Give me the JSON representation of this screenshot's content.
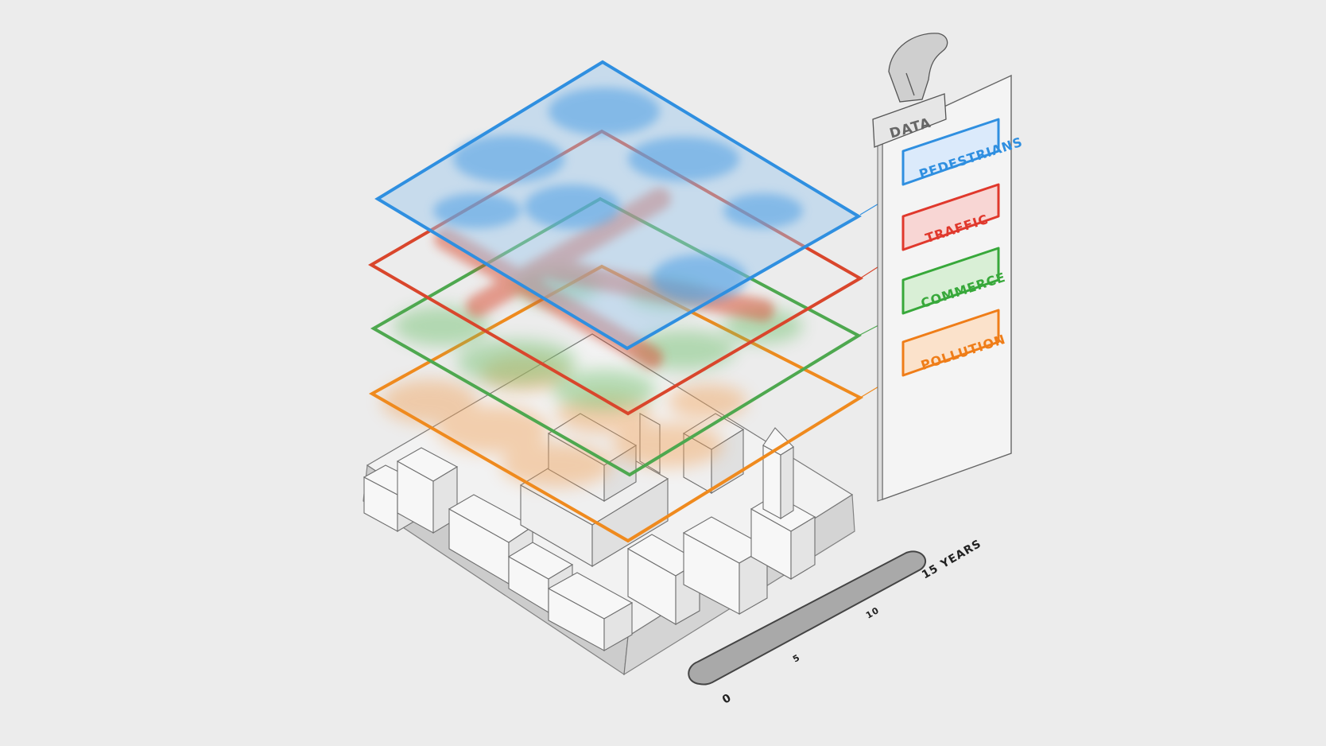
{
  "panel": {
    "tab_label": "DATA",
    "layers": [
      {
        "label": "PEDESTRIANS",
        "color": "#2f8fe0",
        "fill": "#dbeafb"
      },
      {
        "label": "TRAFFIC",
        "color": "#e0382c",
        "fill": "#f8d6d4"
      },
      {
        "label": "COMMERCE",
        "color": "#37a83a",
        "fill": "#d9efd6"
      },
      {
        "label": "POLLUTION",
        "color": "#ef7d18",
        "fill": "#fbe2cb"
      }
    ]
  },
  "timeline": {
    "ticks": [
      "0",
      "5",
      "10",
      "15 YEARS"
    ]
  },
  "colors": {
    "background": "#ececec",
    "pencil": "#6a6a6a",
    "pedestrians": "#2f8fe0",
    "traffic": "#d9462c",
    "commerce": "#4ea84f",
    "pollution": "#ef8a1e"
  }
}
